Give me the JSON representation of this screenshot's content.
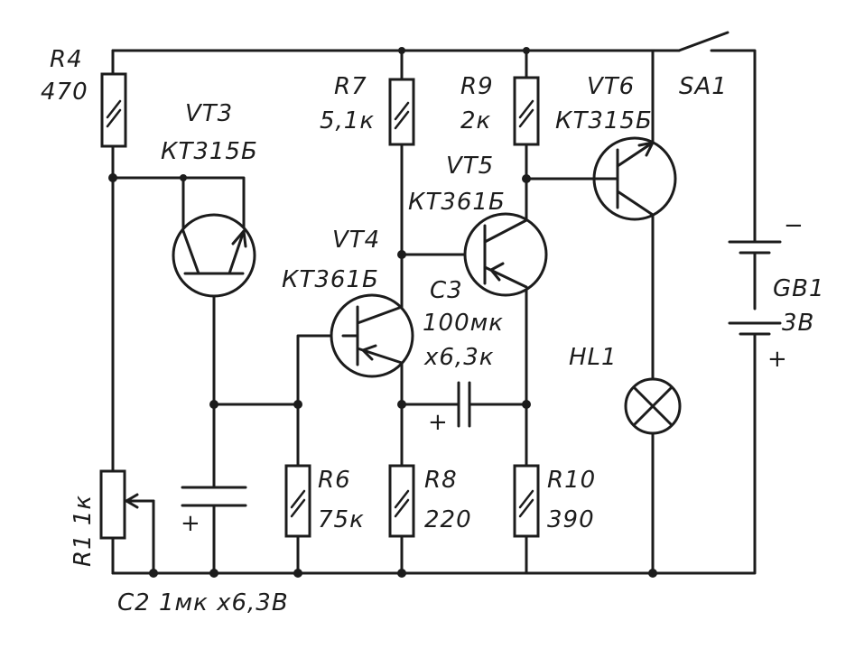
{
  "components": {
    "R4": {
      "name": "R4",
      "value": "470"
    },
    "R7": {
      "name": "R7",
      "value": "5,1к"
    },
    "R9": {
      "name": "R9",
      "value": "2к"
    },
    "VT3": {
      "name": "VT3",
      "type": "КТ315Б"
    },
    "VT4": {
      "name": "VT4",
      "type": "КТ361Б"
    },
    "VT5": {
      "name": "VT5",
      "type": "КТ361Б"
    },
    "VT6": {
      "name": "VT6",
      "type": "КТ315Б"
    },
    "SA1": {
      "name": "SA1"
    },
    "GB1": {
      "name": "GB1",
      "value": "3В",
      "polarity_minus": "−",
      "polarity_plus": "+"
    },
    "C3": {
      "name": "C3",
      "value": "100мк",
      "voltage": "х6,3к",
      "polarity": "+"
    },
    "HL1": {
      "name": "HL1"
    },
    "R6": {
      "name": "R6",
      "value": "75к"
    },
    "R8": {
      "name": "R8",
      "value": "220"
    },
    "R10": {
      "name": "R10",
      "value": "390"
    },
    "R1": {
      "name": "R1 1к"
    },
    "C2": {
      "label": "C2  1мк х6,3В",
      "polarity": "+"
    }
  }
}
